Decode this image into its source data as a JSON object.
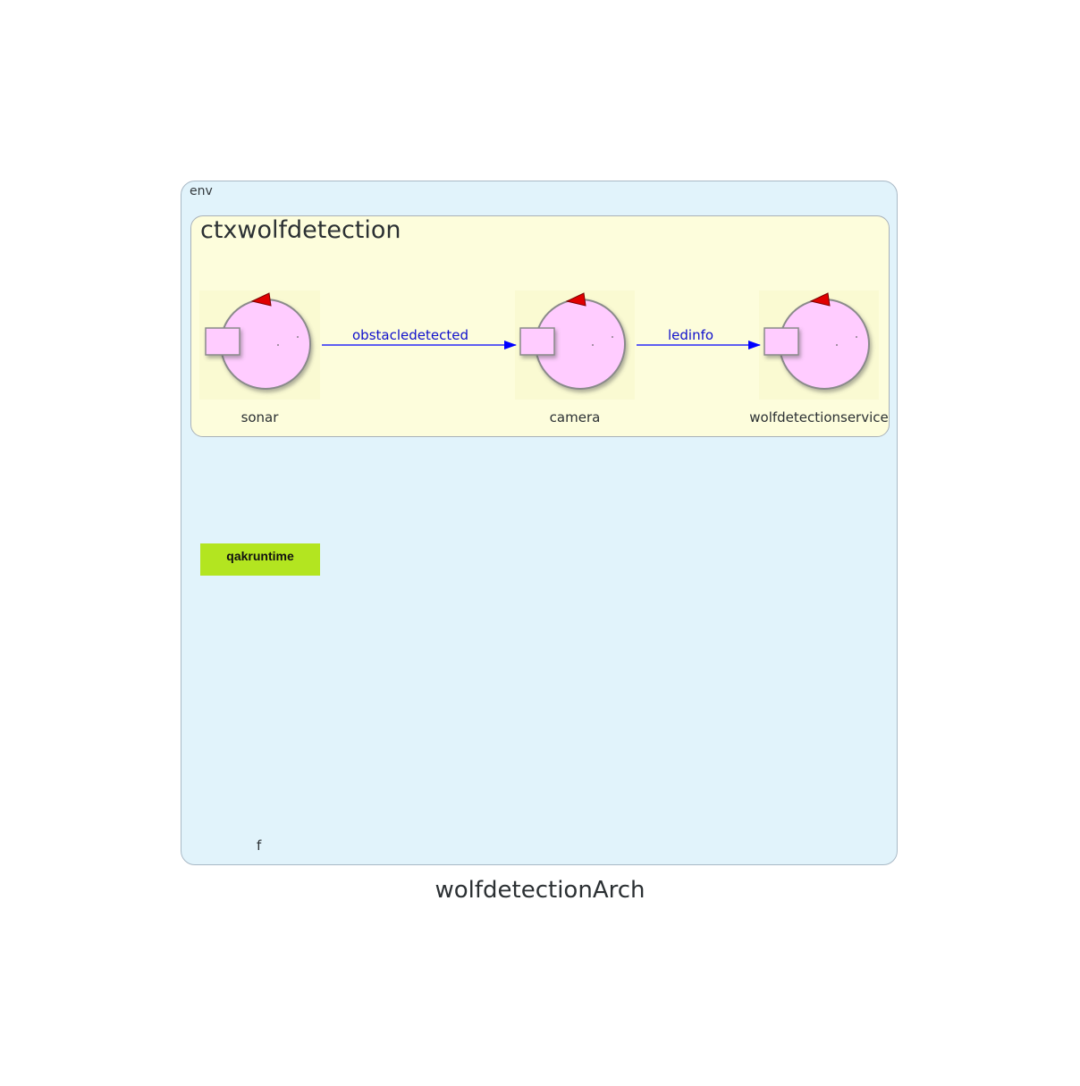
{
  "diagram": {
    "title": "wolfdetectionArch",
    "environment": {
      "label": "env"
    },
    "context": {
      "label": "ctxwolfdetection"
    },
    "actors": [
      {
        "id": "sonar",
        "label": "sonar"
      },
      {
        "id": "camera",
        "label": "camera"
      },
      {
        "id": "wolfdetectionservice",
        "label": "wolfdetectionservice"
      }
    ],
    "edges": [
      {
        "from": "sonar",
        "to": "camera",
        "label": "obstacledetected"
      },
      {
        "from": "camera",
        "to": "wolfdetectionservice",
        "label": "ledinfo"
      }
    ],
    "runtime": {
      "label": "qakruntime"
    },
    "footer_node": {
      "label": "f"
    }
  },
  "colors": {
    "env_fill": "#e1f3fb",
    "context_fill": "#fdfddc",
    "actor_fill": "#ffccff",
    "actor_tile": "#fafad2",
    "edge": "#0000ff",
    "marker": "#e00000",
    "runtime_fill": "#b3e520"
  },
  "icons": {
    "actor": "actor-icon",
    "marker": "red-triangle-icon"
  }
}
